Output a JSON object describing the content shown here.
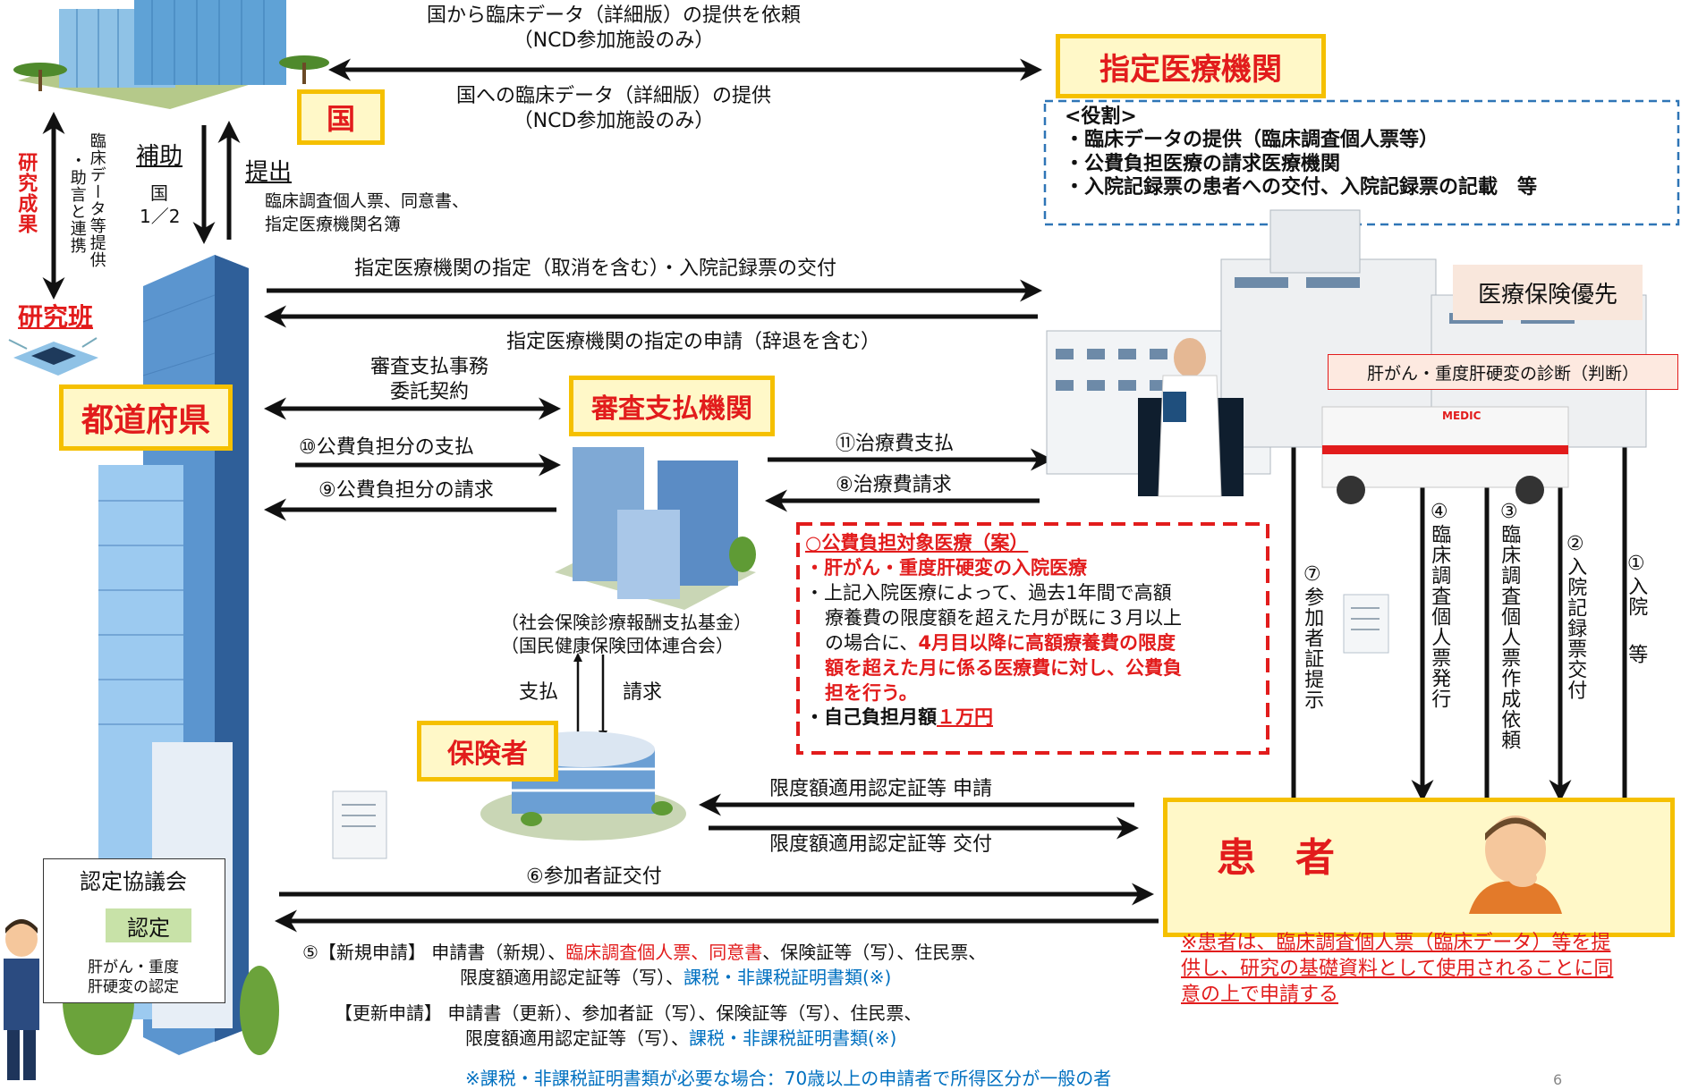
{
  "nodes": {
    "kuni": "国",
    "shitei": "指定医療機関",
    "todofuken": "都道府県",
    "shinsa": "審査支払機関",
    "hokensha": "保険者",
    "kanja": "患　者",
    "kenkyuhan": "研究班",
    "nintei_kyogikai": "認定協議会",
    "nintei": "認定",
    "nintei_desc": [
      "肝がん・重度",
      "肝硬変の認定"
    ]
  },
  "role_box": {
    "title": "<役割>",
    "items": [
      "・臨床データの提供（臨床調査個人票等）",
      "・公費負担医療の請求医療機関",
      "・入院記録票の患者への交付、入院記録票の記載　等"
    ]
  },
  "top_labels": {
    "request_line1": "国から臨床データ（詳細版）の提供を依頼",
    "request_line2": "（NCD参加施設のみ）",
    "provide_line1": "国への臨床データ（詳細版）の提供",
    "provide_line2": "（NCD参加施設のみ）"
  },
  "left_labels": {
    "kenkyu_seika": "研究成果",
    "rinsho_data": "臨床データ等提供",
    "jogen": "・助言と連携",
    "hojo": "補助",
    "kuni_ratio": [
      "国",
      "1／2"
    ],
    "teishutsu": "提出",
    "teishutsu_items": [
      "臨床調査個人票、同意書、",
      "指定医療機関名簿"
    ]
  },
  "middle_labels": {
    "shitei_shitei": "指定医療機関の指定（取消を含む）・入院記録票の交付",
    "shitei_shinsei": "指定医療機関の指定の申請（辞退を含む）",
    "itaku": [
      "審査支払事務",
      "委託契約"
    ],
    "shiharai10": "⑩公費負担分の支払",
    "seikyu9": "⑨公費負担分の請求",
    "chiryo11": "⑪治療費支払",
    "chiryo8": "⑧治療費請求",
    "shinsa_sub": [
      "（社会保険診療報酬支払基金）",
      "（国民健康保険団体連合会）"
    ],
    "shiharai": "支払",
    "seikyu": "請求",
    "gendo_shinsei": "限度額適用認定証等 申請",
    "gendo_kofu": "限度額適用認定証等 交付",
    "sankasha6": "⑥参加者証交付"
  },
  "hospital": {
    "hoken_yusen": "医療保険優先",
    "diagnosis": "肝がん・重度肝硬変の診断（判断）",
    "ambulance_text": "MEDIC"
  },
  "right_vertical": {
    "v7": "⑦参加者証提示",
    "v4": "④臨床調査個人票発行",
    "v3": "③臨床調査個人票作成依頼",
    "v2": "②入院記録票交付",
    "v1a": "①入院",
    "v1b": "等"
  },
  "public_box": {
    "title": "○公費負担対象医療（案）",
    "line1": "・肝がん・重度肝硬変の入院医療",
    "line2_a": "・上記入院医療によって、過去1年間で高額",
    "line2_b": "療養費の限度額を超えた月が既に３月以上",
    "line2_c_plain": "の場合に、",
    "line2_c_red": "4月目以降に高額療養費の限度",
    "line2_d": "額を超えた月に係る医療費に対し、公費負",
    "line2_e": "担を行う。",
    "line3_plain": "・自己負担月額",
    "line3_amount": "１万円"
  },
  "patient_note": [
    "※患者は、臨床調査個人票（臨床データ）等を提",
    "供し、研究の基礎資料として使用されることに同",
    "意の上で申請する"
  ],
  "application": {
    "new_prefix": "⑤【新規申請】",
    "new_a": "申請書（新規）、",
    "new_b_red": "臨床調査個人票、同意書",
    "new_c": "、保険証等（写）、住民票、",
    "new_line2_a": "限度額適用認定証等（写）、",
    "new_line2_blue": "課税・非課税証明書類(※)",
    "renew_prefix": "【更新申請】",
    "renew_line1": "申請書（更新）、参加者証（写）、保険証等（写）、住民票、",
    "renew_line2_a": "限度額適用認定証等（写）、",
    "renew_line2_blue": "課税・非課税証明書類(※)",
    "footnote": "※課税・非課税証明書類が必要な場合：70歳以上の申請者で所得区分が一般の者"
  },
  "page_number": "6",
  "colors": {
    "accent_red": "#e21c1c",
    "box_yellow_border": "#f5c000",
    "box_yellow_fill": "#fff8c8",
    "blue_text": "#0070c0",
    "dash_blue": "#2e75b6"
  }
}
